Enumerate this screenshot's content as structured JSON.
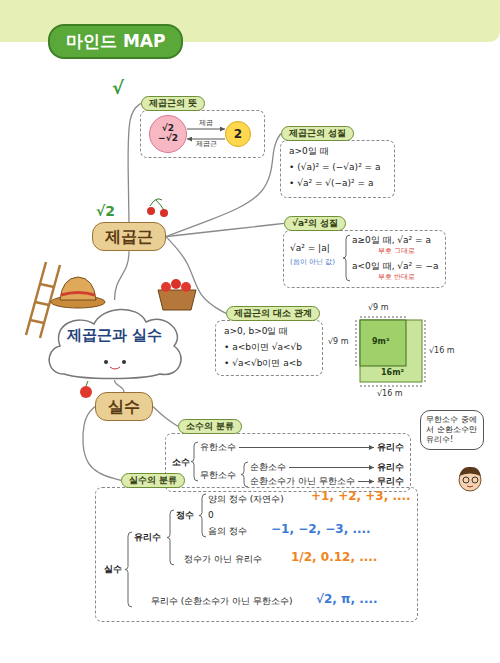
{
  "diagram": {
    "title": "마인드 MAP",
    "nodes": [
      {
        "text": [
          "제곱근과 실수"
        ]
      },
      {
        "text": [
          "제곱근"
        ]
      },
      {
        "text": [
          "실수"
        ]
      },
      {
        "text": [
          "제곱근의 뜻"
        ]
      },
      {
        "text": [
          "√2",
          "−√2"
        ],
        "in": 3
      },
      {
        "text": [
          "2"
        ],
        "in": 3
      },
      {
        "text": [
          "제곱근의 성질",
          "a>0일 때",
          "• (√a)² = (−√a)² = a",
          "• √a² = √(−a)² = a"
        ]
      },
      {
        "text": [
          "√a²의 성질",
          "√a² = |a|",
          "(음이 아닌 값)",
          "a≥0일 때, √a² = a",
          "부호 그대로",
          "a<0일 때, √a² = −a",
          "부호 반대로"
        ]
      },
      {
        "text": [
          "제곱근의 대소 관계",
          "a>0, b>0일 때",
          "• a<b이면 √a<√b",
          "• √a<√b이면 a<b"
        ]
      },
      {
        "text": [
          "소수의 분류",
          "소수",
          "유한소수",
          "무한소수",
          "순환소수",
          "순환소수가 아닌 무한소수",
          "유리수",
          "유리수",
          "무리수"
        ]
      },
      {
        "text": [
          "무한소수 중에서 순환소수만 유리수!"
        ]
      },
      {
        "text": [
          "실수의 분류",
          "실수",
          "유리수",
          "정수",
          "양의 정수 (자연수)",
          "+1, +2, +3, ....",
          "0",
          "음의 정수",
          "−1, −2, −3, ....",
          "정수가 아닌 유리수",
          "1/2, 0.12, ....",
          "무리수 (순환소수가 아닌 무한소수)",
          "√2, π, ...."
        ]
      }
    ],
    "edges": [
      {
        "from": 0,
        "to": 1,
        "arrow": "none"
      },
      {
        "from": 0,
        "to": 2,
        "arrow": "none"
      },
      {
        "from": 1,
        "to": 3,
        "arrow": "none"
      },
      {
        "from": 1,
        "to": 6,
        "arrow": "none"
      },
      {
        "from": 1,
        "to": 7,
        "arrow": "none"
      },
      {
        "from": 1,
        "to": 8,
        "arrow": "none"
      },
      {
        "from": 2,
        "to": 9,
        "arrow": "none"
      },
      {
        "from": 2,
        "to": 11,
        "arrow": "none"
      },
      {
        "from": 4,
        "to": 5,
        "label": "제곱",
        "arrow": "to"
      },
      {
        "from": 5,
        "to": 4,
        "label": "제곱근",
        "arrow": "to"
      }
    ],
    "labels": [
      "√",
      "√2",
      "√9 m",
      "√9 m",
      "9m²",
      "√16 m",
      "16m²",
      "√16 m"
    ]
  }
}
